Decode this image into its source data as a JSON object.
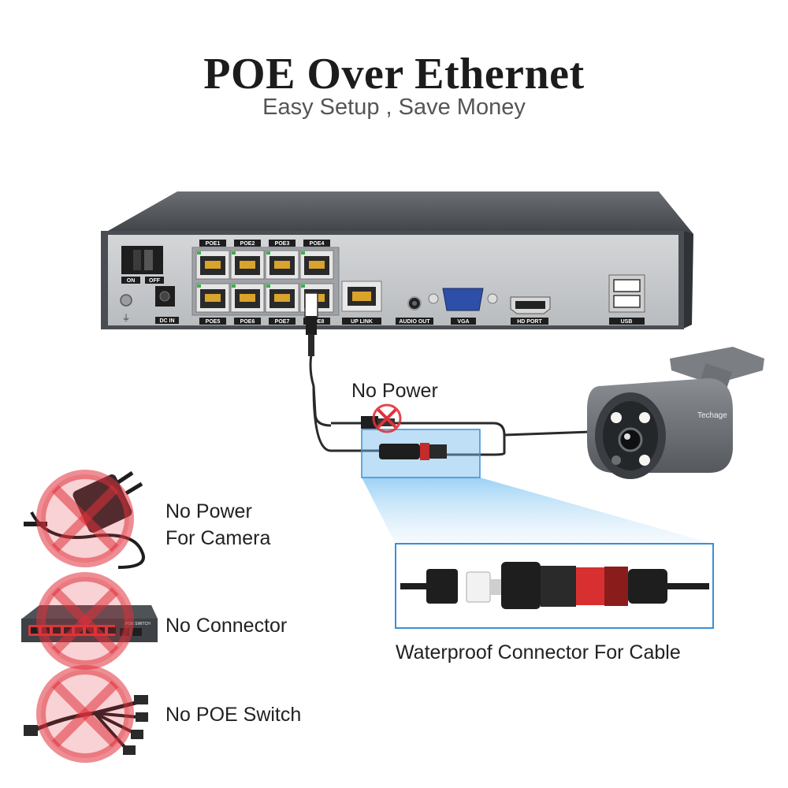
{
  "header": {
    "title": "POE Over Ethernet",
    "subtitle": "Easy Setup , Save Money"
  },
  "nvr": {
    "power_on": "ON",
    "power_off": "OFF",
    "dc_in": "DC IN",
    "poe_top": [
      "POE1",
      "POE2",
      "POE3",
      "POE4"
    ],
    "poe_bottom": [
      "POE5",
      "POE6",
      "POE7",
      "POE8"
    ],
    "uplink": "UP LINK",
    "audio_out": "AUDIO OUT",
    "vga": "VGA",
    "hd_port": "HD PORT",
    "usb": "USB"
  },
  "camera": {
    "brand": "Techage"
  },
  "callouts": {
    "no_power": "No Power",
    "waterproof": "Waterproof Connector For Cable"
  },
  "benefits": [
    {
      "line1": "No Power",
      "line2": "For Camera"
    },
    {
      "line1": "No Connector",
      "line2": ""
    },
    {
      "line1": "No POE Switch",
      "line2": ""
    }
  ],
  "poe_switch_label": "POE SWITCH",
  "colors": {
    "accent_blue": "#4aa3e6",
    "cross_red": "#e0303a",
    "device_gray": "#5a5e63"
  }
}
